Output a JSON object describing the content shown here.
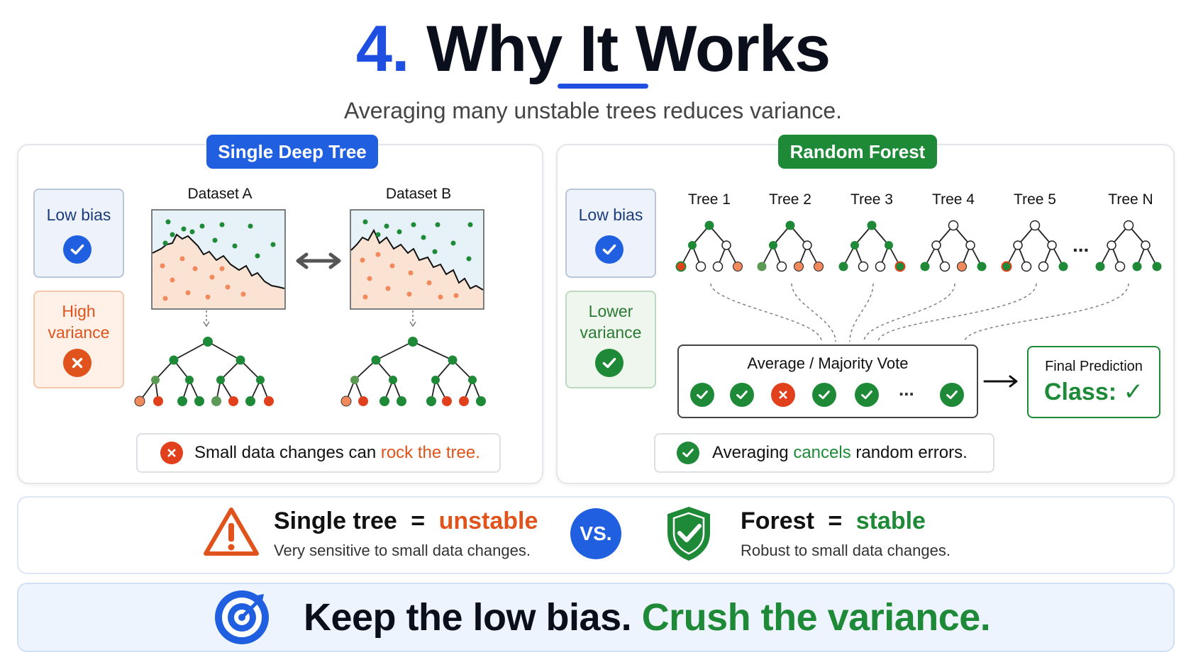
{
  "header": {
    "number": "4.",
    "title": "Why It Works",
    "subtitle": "Averaging many unstable trees reduces variance."
  },
  "left_panel": {
    "label": "Single Deep Tree",
    "low_bias": "Low bias",
    "high_variance": "High variance",
    "dataset_a": "Dataset A",
    "dataset_b": "Dataset B",
    "note_prefix": "Small data changes can ",
    "note_highlight": "rock the tree."
  },
  "right_panel": {
    "label": "Random Forest",
    "low_bias": "Low bias",
    "lower_variance": "Lower variance",
    "trees": [
      "Tree 1",
      "Tree 2",
      "Tree 3",
      "Tree 4",
      "Tree 5",
      "Tree N"
    ],
    "ellipsis": "...",
    "vote_title": "Average / Majority Vote",
    "votes": [
      "check",
      "check",
      "cross",
      "check",
      "check",
      "...",
      "check"
    ],
    "final_title": "Final Prediction",
    "final_class": "Class: ✓",
    "note_prefix": "Averaging ",
    "note_highlight": "cancels",
    "note_suffix": " random errors."
  },
  "comparison": {
    "single_label": "Single tree",
    "equals": "=",
    "single_value": "unstable",
    "single_desc": "Very sensitive to small data changes.",
    "vs": "VS.",
    "forest_label": "Forest",
    "forest_value": "stable",
    "forest_desc": "Robust to small data changes."
  },
  "takeaway": {
    "part1": "Keep the low bias.",
    "part2": "Crush the variance."
  },
  "colors": {
    "blue": "#1f5fe0",
    "green": "#1e8a37",
    "orange": "#e0531c",
    "leaf_orange": "#f08a5d",
    "red": "#e0401c",
    "green_light": "#3aa04a"
  },
  "icons": [
    "check-icon",
    "cross-icon",
    "warning-icon",
    "shield-check-icon",
    "target-icon",
    "double-arrow-icon",
    "right-arrow-icon"
  ]
}
